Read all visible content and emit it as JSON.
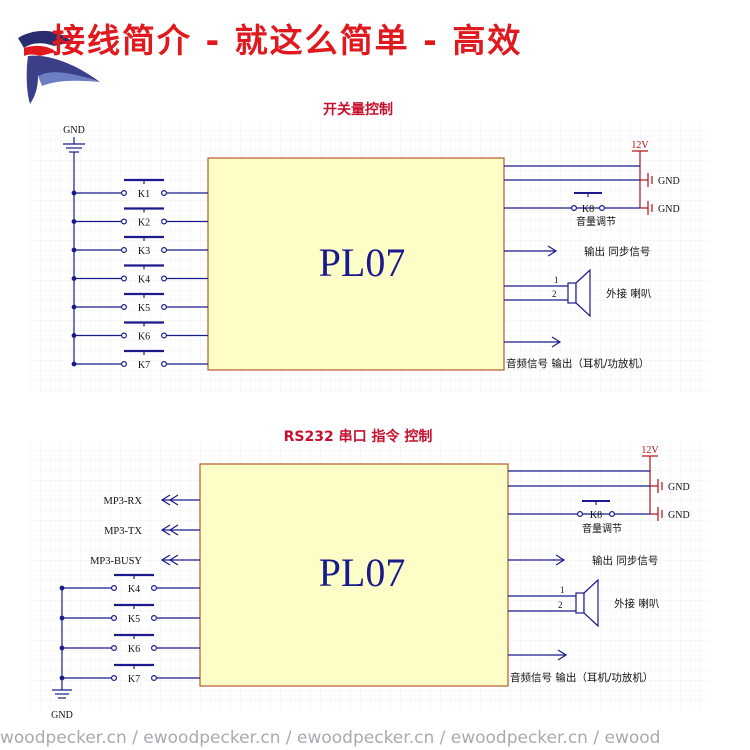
{
  "header": {
    "title": "接线简介 - 就这么简单 - 高效"
  },
  "logo": {
    "name": "woodpecker-logo-icon"
  },
  "colors": {
    "title_red": "#e0191f",
    "wire_blue": "#1a1a8c",
    "dot_blue": "#1a1a8c",
    "chip_fill": "#fdfdc8",
    "power_red": "#b01010",
    "heading_red": "#c8102e"
  },
  "diagram1": {
    "heading": "开关量控制",
    "gnd_label": "GND",
    "chip_label": "PL07",
    "keys": [
      "K1",
      "K2",
      "K3",
      "K4",
      "K5",
      "K6",
      "K7"
    ],
    "power": {
      "label": "12V",
      "gnd1": "GND",
      "gnd2": "GND"
    },
    "k8": {
      "label": "K8",
      "caption": "音量调节"
    },
    "sync_out": "输出 同步信号",
    "speaker": {
      "pin1": "1",
      "pin2": "2",
      "label": "外接 喇叭"
    },
    "audio_out": "音频信号 输出（耳机/功放机）"
  },
  "diagram2": {
    "heading": "RS232 串口 指令 控制",
    "gnd_label": "GND",
    "chip_label": "PL07",
    "signals": [
      "MP3-RX",
      "MP3-TX",
      "MP3-BUSY"
    ],
    "keys": [
      "K4",
      "K5",
      "K6",
      "K7"
    ],
    "power": {
      "label": "12V",
      "gnd1": "GND",
      "gnd2": "GND"
    },
    "k8": {
      "label": "K8",
      "caption": "音量调节"
    },
    "sync_out": "输出 同步信号",
    "speaker": {
      "pin1": "1",
      "pin2": "2",
      "label": "外接 喇叭"
    },
    "audio_out": "音频信号 输出（耳机/功放机）"
  },
  "watermark": {
    "text": "woodpecker.cn  /  ewoodpecker.cn  /  ewoodpecker.cn  /  ewoodpecker.cn  /  ewood"
  }
}
